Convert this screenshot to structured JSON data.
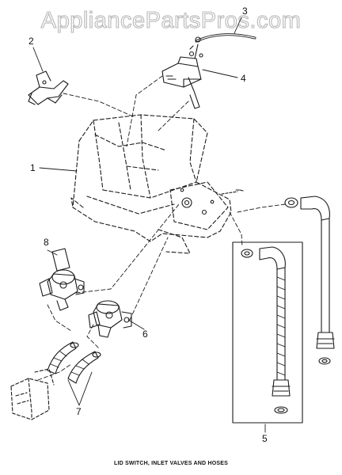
{
  "watermark": "AppliancePartsPros.com",
  "caption": "LID SWITCH, INLET VALVES AND HOSES",
  "callouts": {
    "c1": "1",
    "c2": "2",
    "c3": "3",
    "c4": "4",
    "c5": "5",
    "c6": "6",
    "c7": "7",
    "c8": "8"
  }
}
